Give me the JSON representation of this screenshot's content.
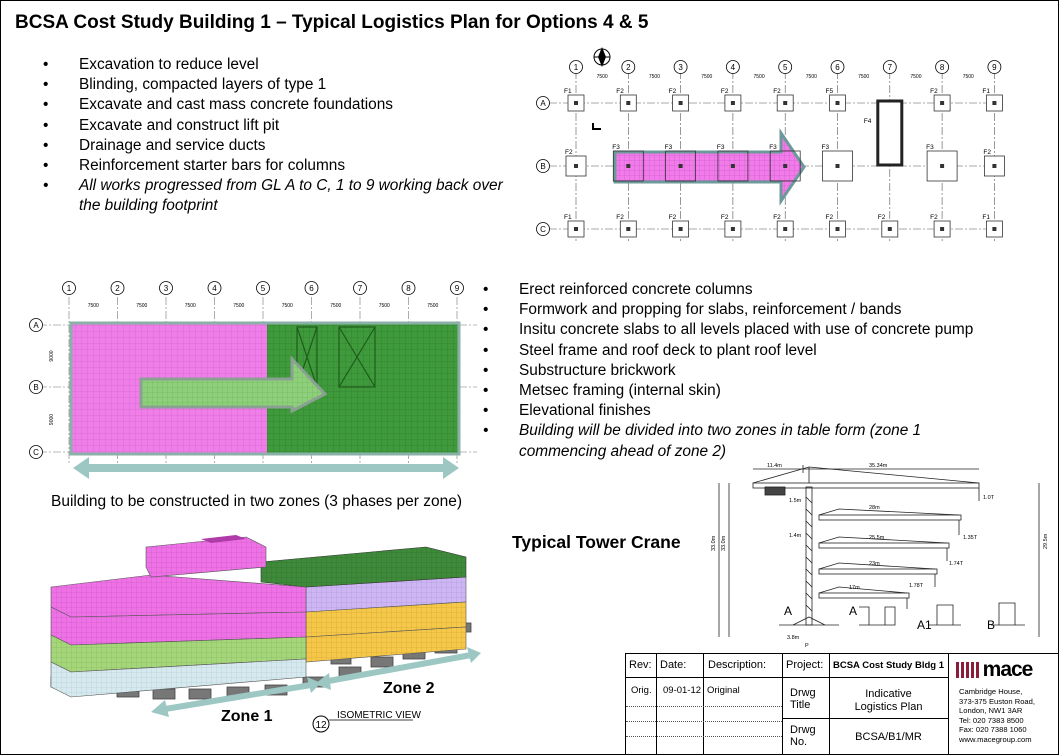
{
  "title": "BCSA Cost Study Building 1 – Typical Logistics Plan for Options 4 & 5",
  "phase1_bullets": [
    "Excavation to reduce level",
    "Blinding, compacted layers of type 1",
    "Excavate and cast mass concrete foundations",
    "Excavate and construct lift pit",
    "Drainage and service ducts",
    "Reinforcement starter bars for columns"
  ],
  "phase1_note_line1": "All works progressed from GL A to C, 1 to 9 working back over",
  "phase1_note_line2": "the building footprint",
  "phase2_bullets": [
    "Erect reinforced concrete columns",
    "Formwork and propping for slabs, reinforcement / bands",
    "Insitu concrete slabs to all levels placed with use of concrete pump",
    "Steel frame and roof deck to plant roof level",
    "Substructure brickwork",
    "Metsec framing (internal skin)",
    "Elevational finishes"
  ],
  "phase2_note_line1": "Building will be divided into two zones in table form (zone 1",
  "phase2_note_line2": "commencing ahead of zone 2)",
  "zones_caption": "Building to be constructed in two zones (3 phases per zone)",
  "crane_title": "Typical Tower Crane",
  "iso": {
    "zone1_label": "Zone 1",
    "zone2_label": "Zone 2",
    "view_number": "12",
    "view_label": "ISOMETRIC VIEW"
  },
  "plan_top": {
    "grid_cols": [
      "1",
      "2",
      "3",
      "4",
      "5",
      "6",
      "7",
      "8",
      "9"
    ],
    "grid_rows": [
      "A",
      "B",
      "C"
    ],
    "row_a_labels": [
      "F1",
      "F2",
      "F2",
      "F2",
      "F2",
      "F5",
      "F2",
      "F1"
    ],
    "row_b_labels": [
      "F2",
      "F3",
      "F3",
      "F3",
      "F3",
      "F3",
      "F3",
      "F2"
    ],
    "row_c_labels": [
      "F1",
      "F2",
      "F2",
      "F2",
      "F2",
      "F2",
      "F2",
      "F2",
      "F1"
    ],
    "lift_label": "F4",
    "bay_dimension": "7500"
  },
  "plan_mid": {
    "grid_cols": [
      "1",
      "2",
      "3",
      "4",
      "5",
      "6",
      "7",
      "8",
      "9"
    ],
    "grid_rows": [
      "A",
      "B",
      "C"
    ],
    "bay_dimension": "7500",
    "row_dimension": "9000"
  },
  "crane": {
    "dims_top": [
      "11.4m",
      "35.34m"
    ],
    "jib_lengths": [
      "28m",
      "25.5m",
      "23m",
      "17m"
    ],
    "capacities": [
      "1.0T",
      "1.35T",
      "1.74T",
      "1.78T"
    ],
    "inner_dims": [
      "1.5m",
      "1.4m"
    ],
    "heights": [
      "33.0m",
      "33.0m",
      "29.5m"
    ],
    "base_labels": [
      "A",
      "A",
      "A1",
      "B"
    ],
    "base_width": "3.8m",
    "foot_label": "P"
  },
  "title_block": {
    "rev_header": "Rev:",
    "date_header": "Date:",
    "desc_header": "Description:",
    "project_header": "Project:",
    "project_value": "BCSA Cost Study Bldg 1",
    "rev_value": "Orig.",
    "date_value": "09-01-12",
    "desc_value": "Original",
    "drwg_title_label_1": "Drwg",
    "drwg_title_label_2": "Title",
    "drwg_title_value_1": "Indicative",
    "drwg_title_value_2": "Logistics Plan",
    "drwg_no_label_1": "Drwg",
    "drwg_no_label_2": "No.",
    "drwg_no_value": "BCSA/B1/MR",
    "logo_text": "mace",
    "address": [
      "Cambridge House,",
      "373-375 Euston Road,",
      "London, NW1 3AR",
      "Tel: 020 7383 8500",
      "Fax: 020 7388 1060",
      "www.macegroup.com"
    ]
  },
  "colors": {
    "pink": "#ee72e6",
    "green": "#3f9a3b",
    "light_green": "#8ed07a",
    "purple": "#cdb6f3",
    "orange": "#f5c84a",
    "pale_blue": "#cfe6ec",
    "arrow_teal": "#6c9a9a"
  }
}
